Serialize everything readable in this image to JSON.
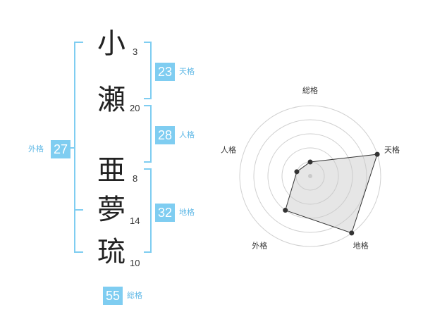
{
  "name_chars": [
    {
      "char": "小",
      "strokes": "3"
    },
    {
      "char": "瀬",
      "strokes": "20"
    },
    {
      "char": "亜",
      "strokes": "8"
    },
    {
      "char": "夢",
      "strokes": "14"
    },
    {
      "char": "琉",
      "strokes": "10"
    }
  ],
  "fortunes": {
    "tenkaku": {
      "value": "23",
      "label": "天格"
    },
    "jinkaku": {
      "value": "28",
      "label": "人格"
    },
    "chikaku": {
      "value": "32",
      "label": "地格"
    },
    "gaikaku": {
      "value": "27",
      "label": "外格"
    },
    "soukaku": {
      "value": "55",
      "label": "総格"
    }
  },
  "colors": {
    "accent": "#7fcdf1",
    "bracket": "#7fcdf1",
    "label": "#5fb8e6"
  },
  "chart_data": {
    "type": "radar",
    "axes": [
      "総格",
      "天格",
      "地格",
      "外格",
      "人格"
    ],
    "values": [
      1,
      5,
      5,
      3,
      1
    ],
    "max": 5
  }
}
